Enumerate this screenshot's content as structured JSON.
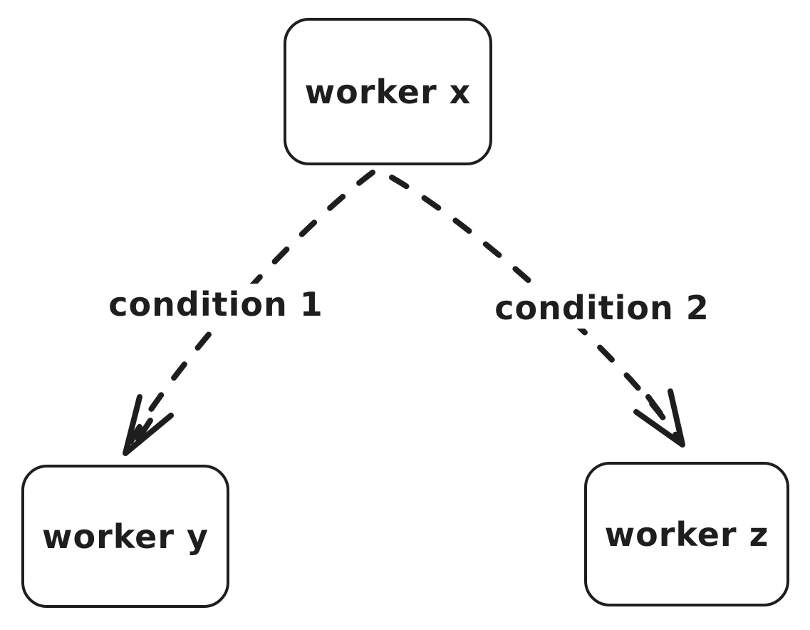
{
  "canvas": {
    "background": "#ffffff",
    "stroke_color": "#1e1e1e"
  },
  "diagram": {
    "nodes": [
      {
        "id": "worker-x",
        "label": "worker x",
        "shape": "rounded-rectangle"
      },
      {
        "id": "worker-y",
        "label": "worker y",
        "shape": "rounded-rectangle"
      },
      {
        "id": "worker-z",
        "label": "worker z",
        "shape": "rounded-rectangle"
      }
    ],
    "edges": [
      {
        "from": "worker-x",
        "to": "worker-y",
        "label": "condition 1",
        "line_style": "dashed",
        "arrowhead": "v-arrow"
      },
      {
        "from": "worker-x",
        "to": "worker-z",
        "label": "condition 2",
        "line_style": "dashed",
        "arrowhead": "v-arrow"
      }
    ]
  }
}
